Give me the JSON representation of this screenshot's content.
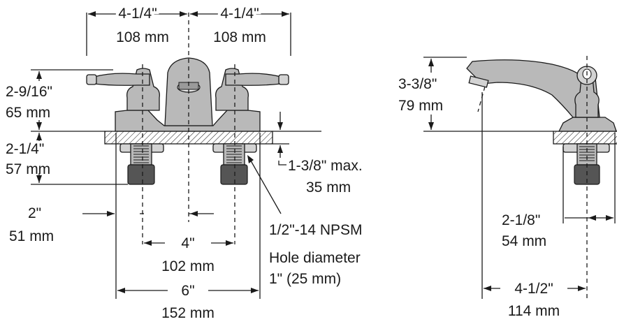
{
  "front_view": {
    "top_left_in": "4-1/4\"",
    "top_left_mm": "108 mm",
    "top_right_in": "4-1/4\"",
    "top_right_mm": "108 mm",
    "handle_height_in": "2-9/16\"",
    "handle_height_mm": "65 mm",
    "below_deck_in": "2-1/4\"",
    "below_deck_mm": "57 mm",
    "deck_thickness_in": "1-3/8\" max.",
    "deck_thickness_mm": "35 mm",
    "offset_in": "2\"",
    "offset_mm": "51 mm",
    "center_in": "4\"",
    "center_mm": "102 mm",
    "overall_in": "6\"",
    "overall_mm": "152 mm",
    "thread": "1/2\"-14 NPSM",
    "hole_label": "Hole diameter",
    "hole_value": "1\" (25 mm)"
  },
  "side_view": {
    "spout_height_in": "3-3/8\"",
    "spout_height_mm": "79 mm",
    "base_in": "2-1/8\"",
    "base_mm": "54 mm",
    "reach_in": "4-1/2\"",
    "reach_mm": "114 mm"
  }
}
